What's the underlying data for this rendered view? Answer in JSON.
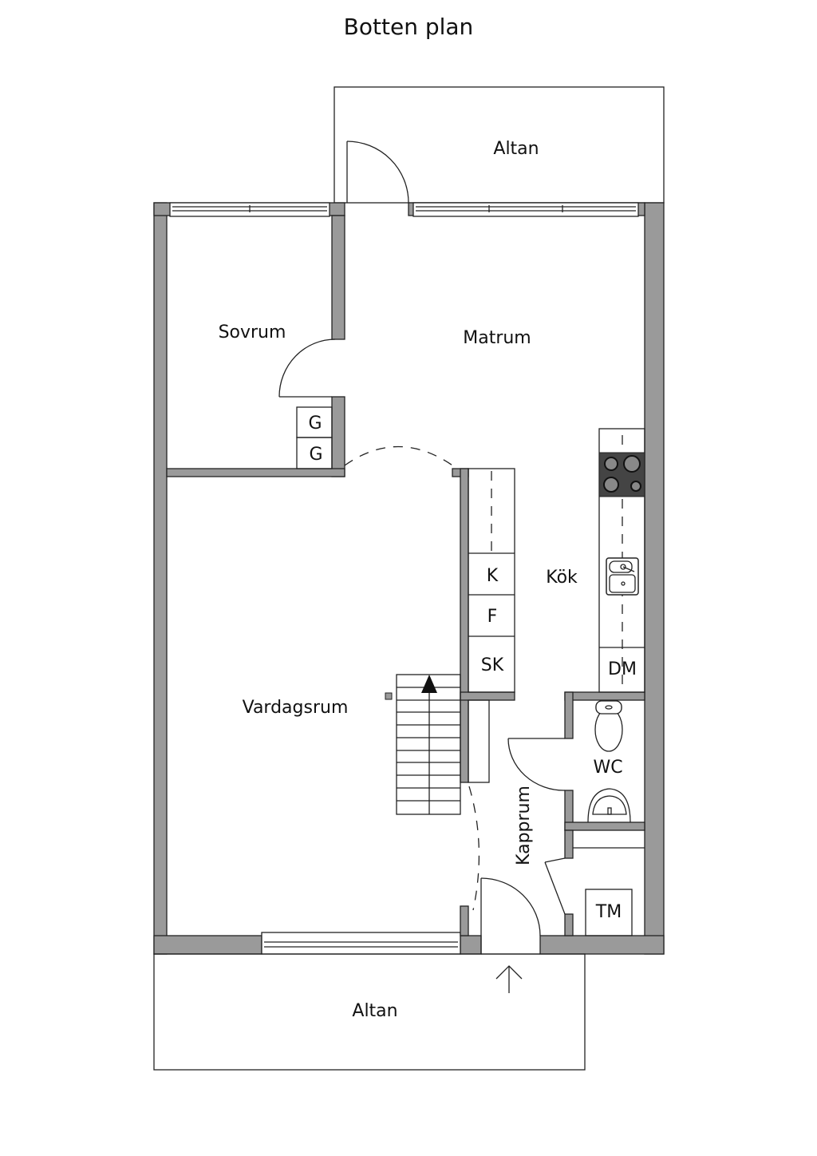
{
  "title": "Botten plan",
  "rooms": {
    "altan_top": "Altan",
    "sovrum": "Sovrum",
    "matrum": "Matrum",
    "kok": "Kök",
    "vardagsrum": "Vardagsrum",
    "wc": "WC",
    "kapprum": "Kapprum",
    "altan_bottom": "Altan"
  },
  "fixtures": {
    "g1": "G",
    "g2": "G",
    "k": "K",
    "f": "F",
    "sk": "SK",
    "dm": "DM",
    "tm": "TM"
  },
  "colors": {
    "wall": "#9a9a9a",
    "stove": "#444444"
  }
}
